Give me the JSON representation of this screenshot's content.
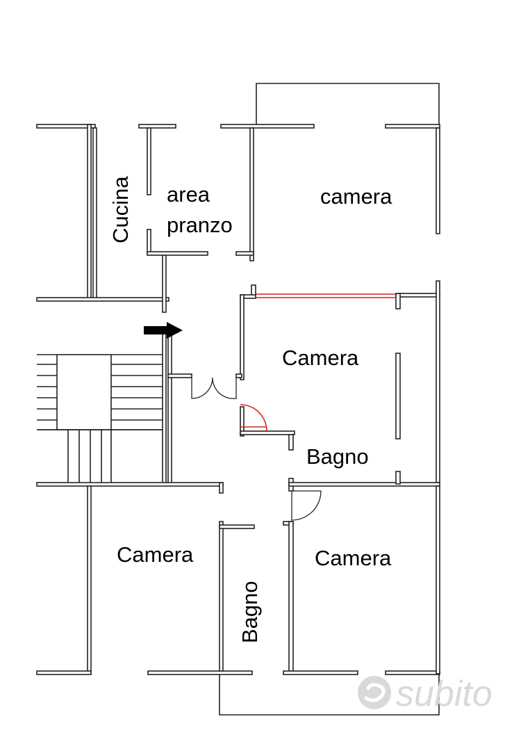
{
  "rooms": {
    "cucina": "Cucina",
    "area_pranzo_line1": "area",
    "area_pranzo_line2": "pranzo",
    "camera_top": "camera",
    "camera_center": "Camera",
    "bagno_center": "Bagno",
    "camera_bottom_left": "Camera",
    "bagno_bottom": "Bagno",
    "camera_bottom_right": "Camera"
  },
  "entrance_arrow": "arrow-right-icon",
  "watermark": {
    "text": "subito",
    "icon": "subito-logo-icon"
  },
  "colors": {
    "walls": "#222222",
    "highlight": "#d42020",
    "watermark": "#d9d9d9"
  }
}
